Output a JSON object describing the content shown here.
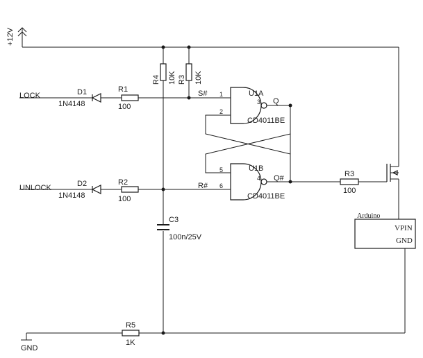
{
  "labels": {
    "supply": "+12V",
    "ground": "GND",
    "lock": "LOCK",
    "unlock": "UNLOCK",
    "s_bar": "S#",
    "r_bar": "R#",
    "q": "Q",
    "q_bar": "Q#"
  },
  "components": {
    "d1": {
      "ref": "D1",
      "value": "1N4148"
    },
    "d2": {
      "ref": "D2",
      "value": "1N4148"
    },
    "r1": {
      "ref": "R1",
      "value": "100"
    },
    "r2": {
      "ref": "R2",
      "value": "100"
    },
    "r3_pullup": {
      "ref": "R3",
      "value": "10K"
    },
    "r4_pullup": {
      "ref": "R4",
      "value": "10K"
    },
    "r3_gate": {
      "ref": "R3",
      "value": "100"
    },
    "r5": {
      "ref": "R5",
      "value": "1K"
    },
    "c3": {
      "ref": "C3",
      "value": "100n/25V"
    },
    "u1a": {
      "ref": "U1A",
      "part": "CD4011BE",
      "pin_in1": "1",
      "pin_in2": "2",
      "pin_out": "3"
    },
    "u1b": {
      "ref": "U1B",
      "part": "CD4011BE",
      "pin_in1": "5",
      "pin_in2": "6",
      "pin_out": "4"
    },
    "arduino": {
      "title": "Arduino",
      "vpin": "VPIN",
      "gnd": "GND"
    }
  }
}
